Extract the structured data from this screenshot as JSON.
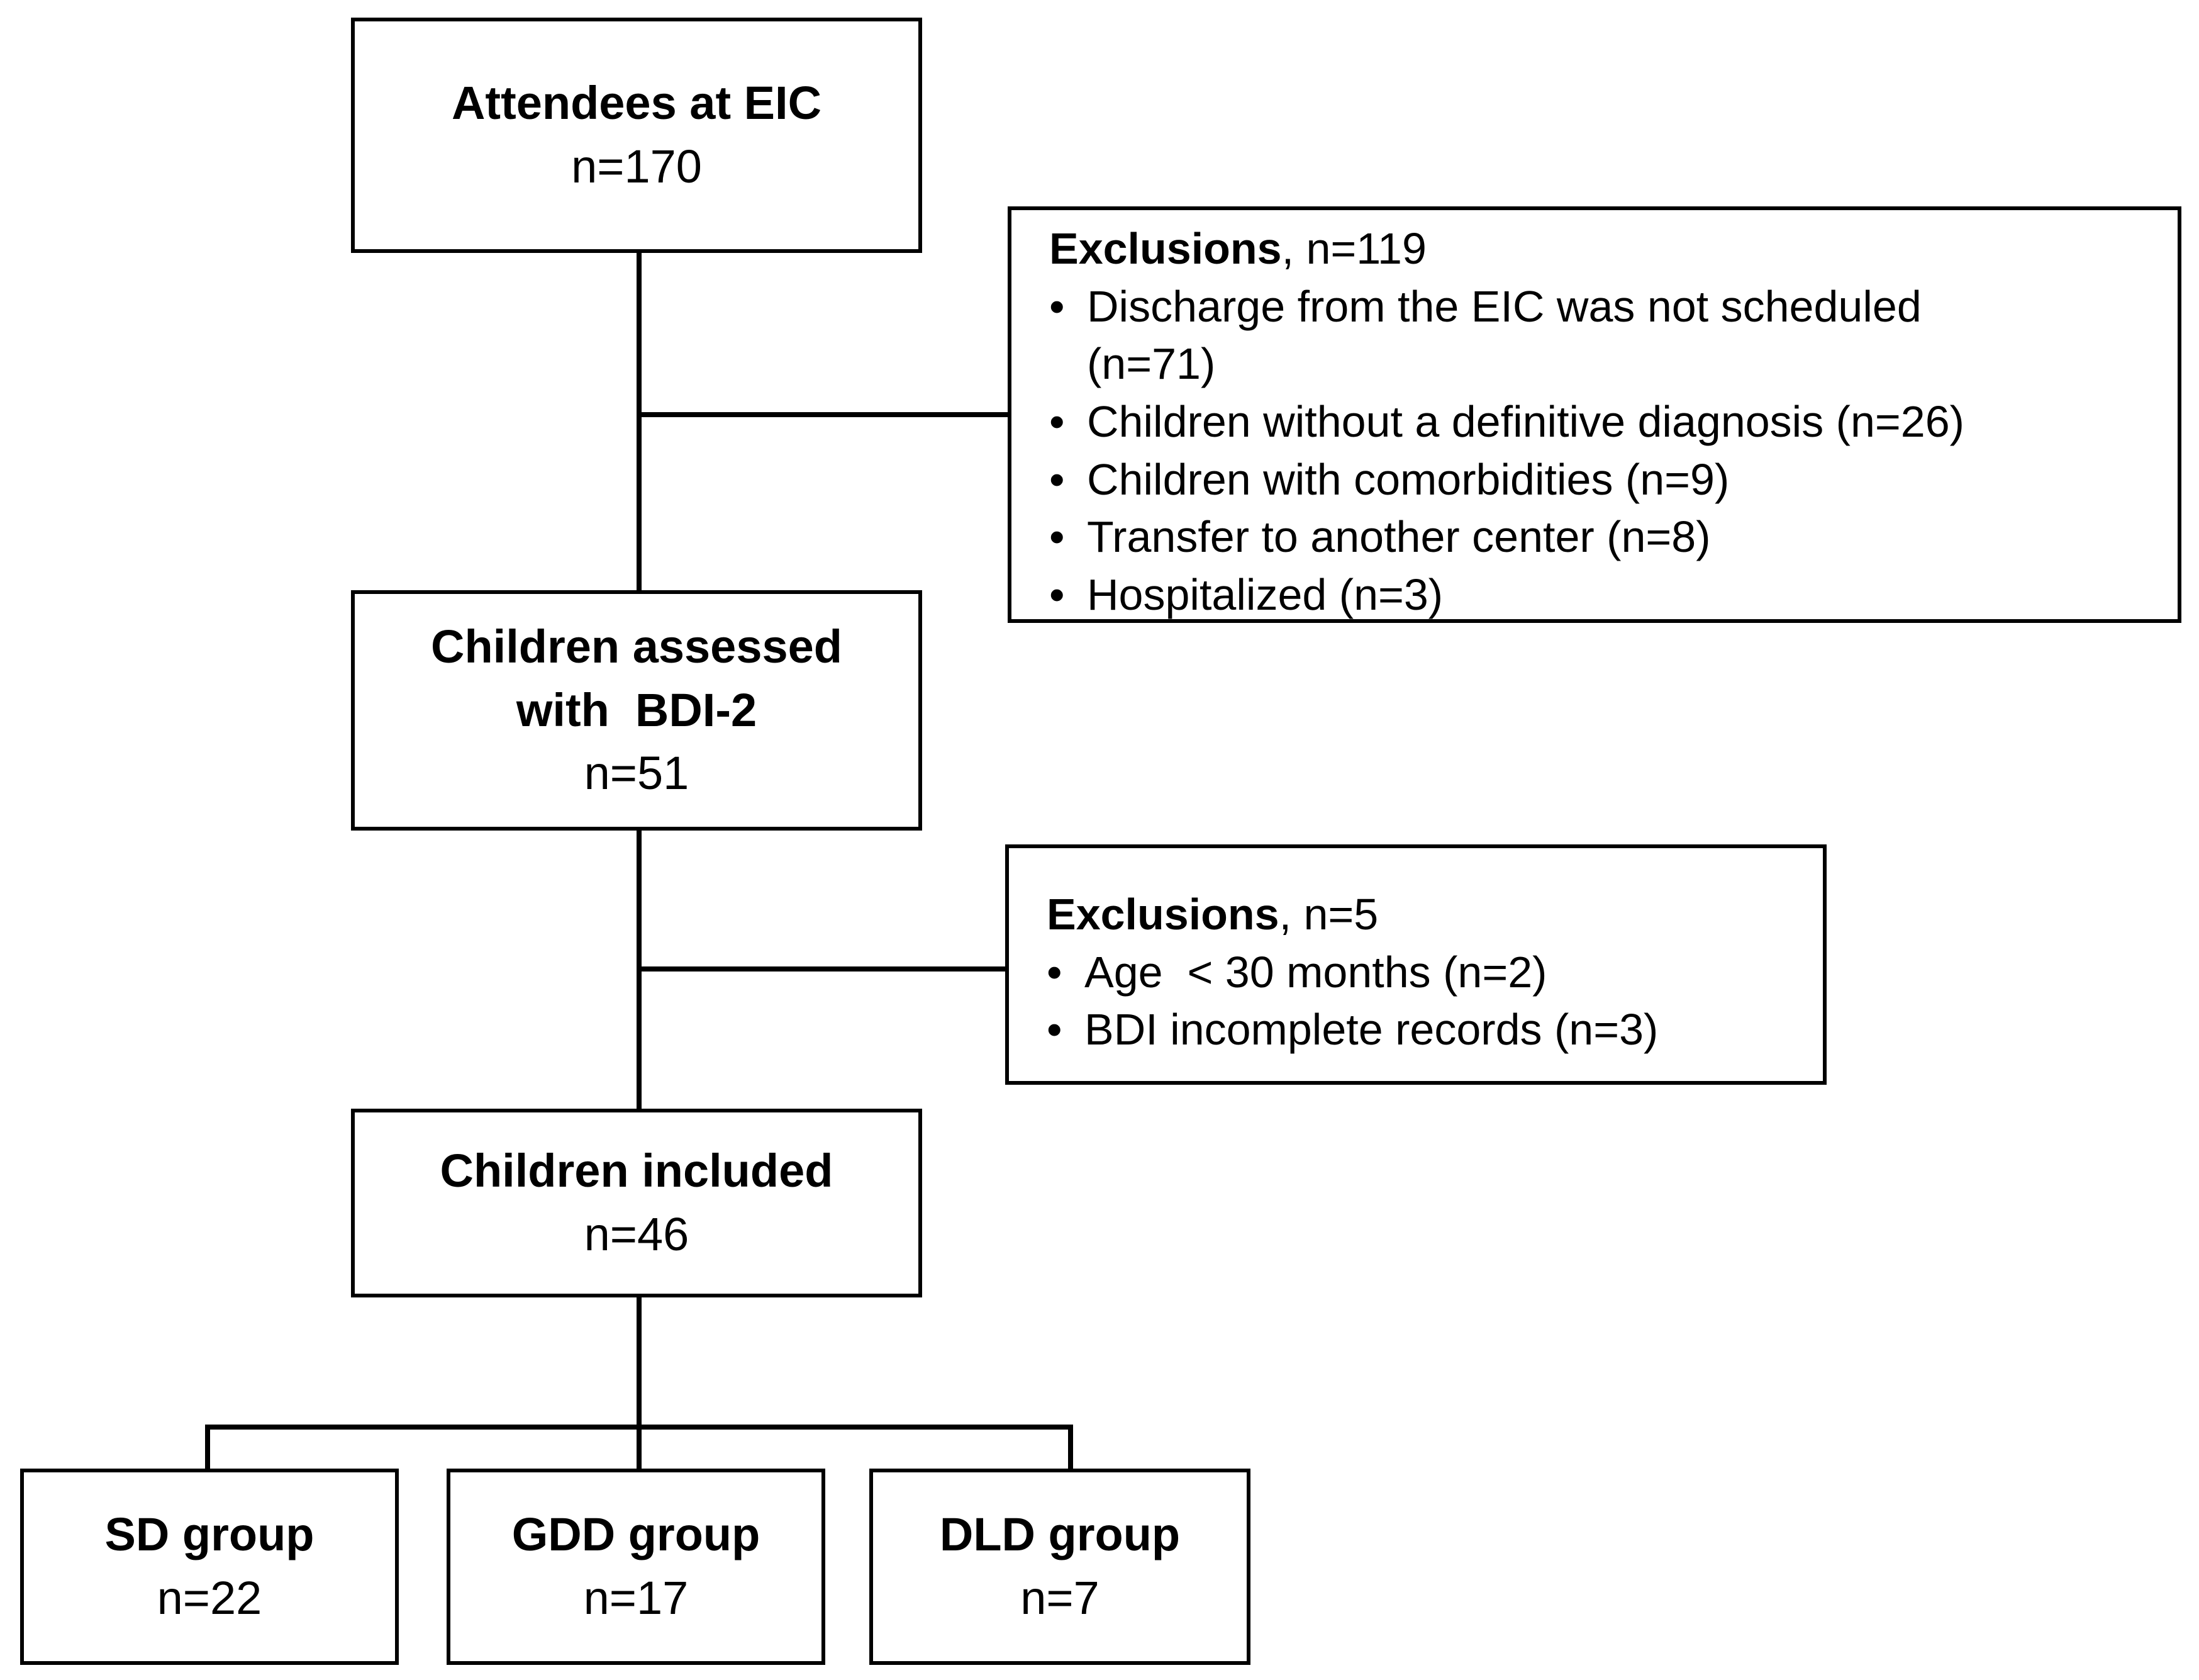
{
  "flowchart": {
    "attendees": {
      "title": "Attendees at EIC",
      "count": "n=170"
    },
    "exclusions_1": {
      "heading": "Exclusions",
      "count": ", n=119",
      "items": [
        "Discharge from the EIC was not scheduled (n=71)",
        "Children without a definitive diagnosis (n=26)",
        "Children with comorbidities (n=9)",
        "Transfer to another center (n=8)",
        "Hospitalized (n=3)"
      ]
    },
    "assessed": {
      "title_line1": "Children assessed",
      "title_line2": "with  BDI-2",
      "count": "n=51"
    },
    "exclusions_2": {
      "heading": "Exclusions",
      "count": ", n=5",
      "items": [
        "Age  < 30 months (n=2)",
        "BDI incomplete records (n=3)"
      ]
    },
    "included": {
      "title": "Children included",
      "count": "n=46"
    },
    "groups": [
      {
        "title": "SD group",
        "count": "n=22"
      },
      {
        "title": "GDD group",
        "count": "n=17"
      },
      {
        "title": "DLD group",
        "count": "n=7"
      }
    ]
  }
}
